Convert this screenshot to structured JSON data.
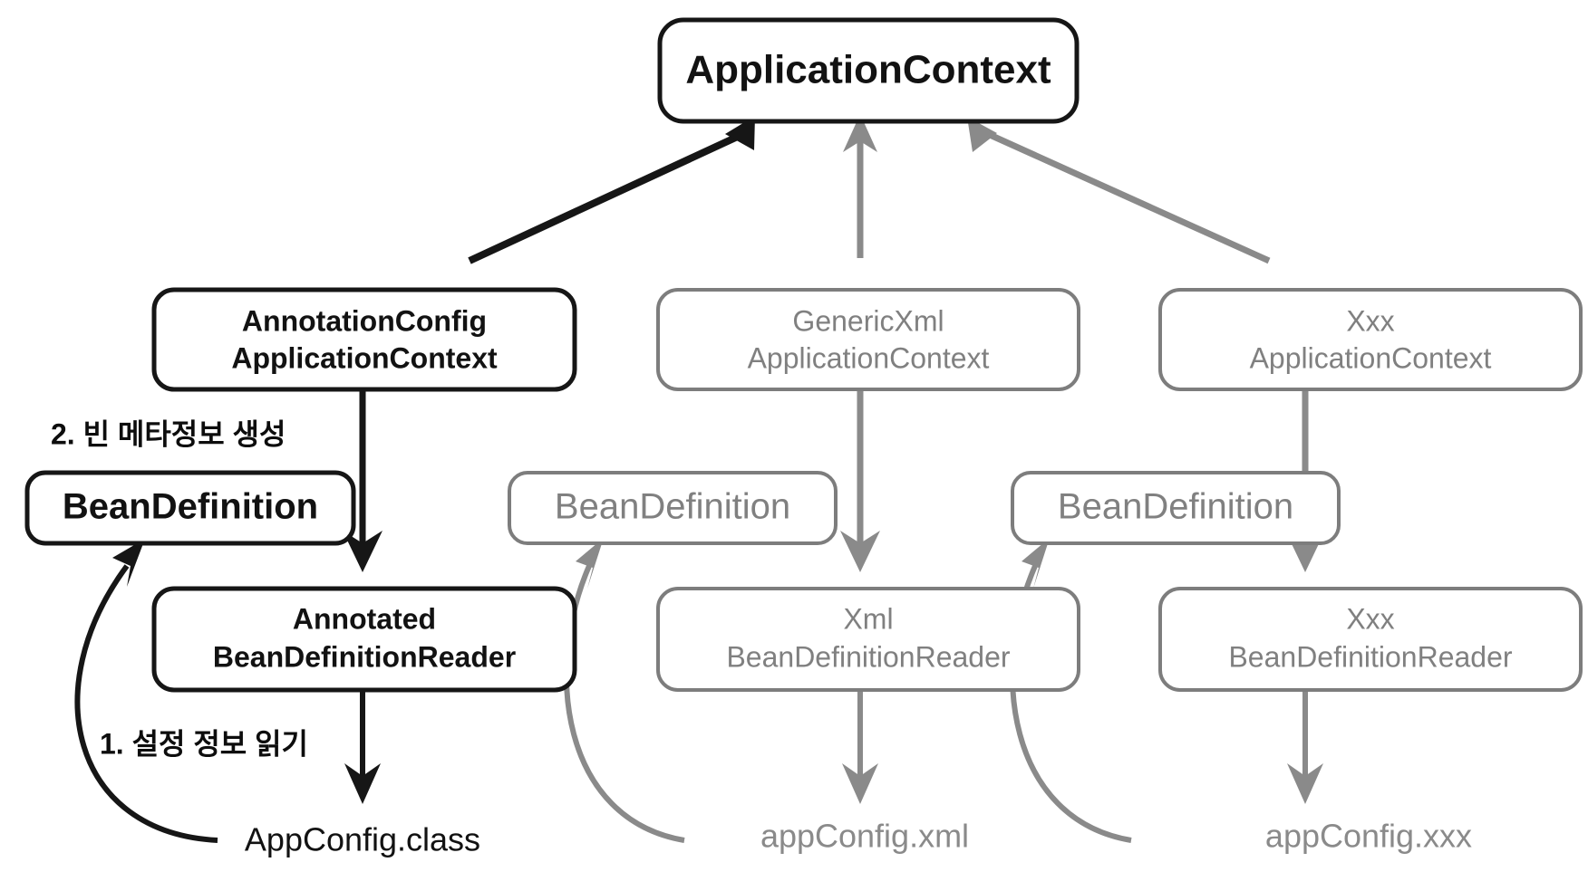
{
  "diagram": {
    "title_node": {
      "id": "application-context",
      "label": "ApplicationContext",
      "style": "dark"
    },
    "columns": [
      {
        "id": "annotation-config",
        "style": "dark",
        "context": {
          "line1": "AnnotationConfig",
          "line2": "ApplicationContext"
        },
        "bean_definition": "BeanDefinition",
        "reader": {
          "line1": "Annotated",
          "line2": "BeanDefinitionReader"
        },
        "config_file": "AppConfig.class"
      },
      {
        "id": "generic-xml",
        "style": "gray",
        "context": {
          "line1": "GenericXml",
          "line2": "ApplicationContext"
        },
        "bean_definition": "BeanDefinition",
        "reader": {
          "line1": "Xml",
          "line2": "BeanDefinitionReader"
        },
        "config_file": "appConfig.xml"
      },
      {
        "id": "xxx",
        "style": "gray",
        "context": {
          "line1": "Xxx",
          "line2": "ApplicationContext"
        },
        "bean_definition": "BeanDefinition",
        "reader": {
          "line1": "Xxx",
          "line2": "BeanDefinitionReader"
        },
        "config_file": "appConfig.xxx"
      }
    ],
    "step_labels": [
      {
        "id": "step-2",
        "text": "2. 빈 메타정보 생성"
      },
      {
        "id": "step-1",
        "text": "1. 설정 정보 읽기"
      }
    ],
    "colors": {
      "dark": "#161616",
      "gray": "#8a8a8a",
      "gray_border": "#7d7d7d",
      "gray_text": "#808080",
      "background": "#ffffff"
    }
  }
}
